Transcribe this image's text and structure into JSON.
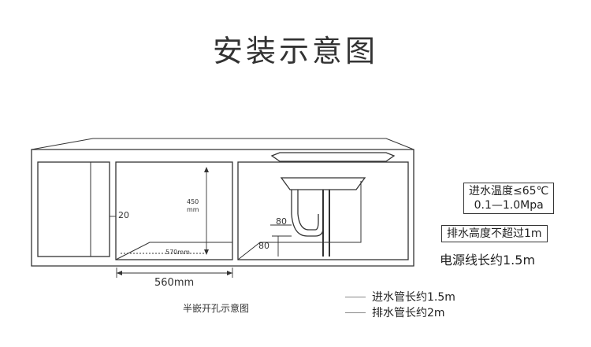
{
  "title": "安装示意图",
  "diagram": {
    "dim_20": "20",
    "dim_450": "450",
    "dim_450_unit": "mm",
    "dim_570": "570mm",
    "dim_560": "560mm",
    "dim_80_top": "80",
    "dim_80_bottom": "80",
    "caption": "半嵌开孔示意图"
  },
  "specs": {
    "box_line1": "进水温度≤65℃",
    "box_line2": "0.1—1.0Mpa",
    "drain_height": "排水高度不超过1m",
    "power_cord": "电源线长约1.5m"
  },
  "legend": {
    "inlet": "进水管长约1.5m",
    "outlet": "排水管长约2m"
  }
}
